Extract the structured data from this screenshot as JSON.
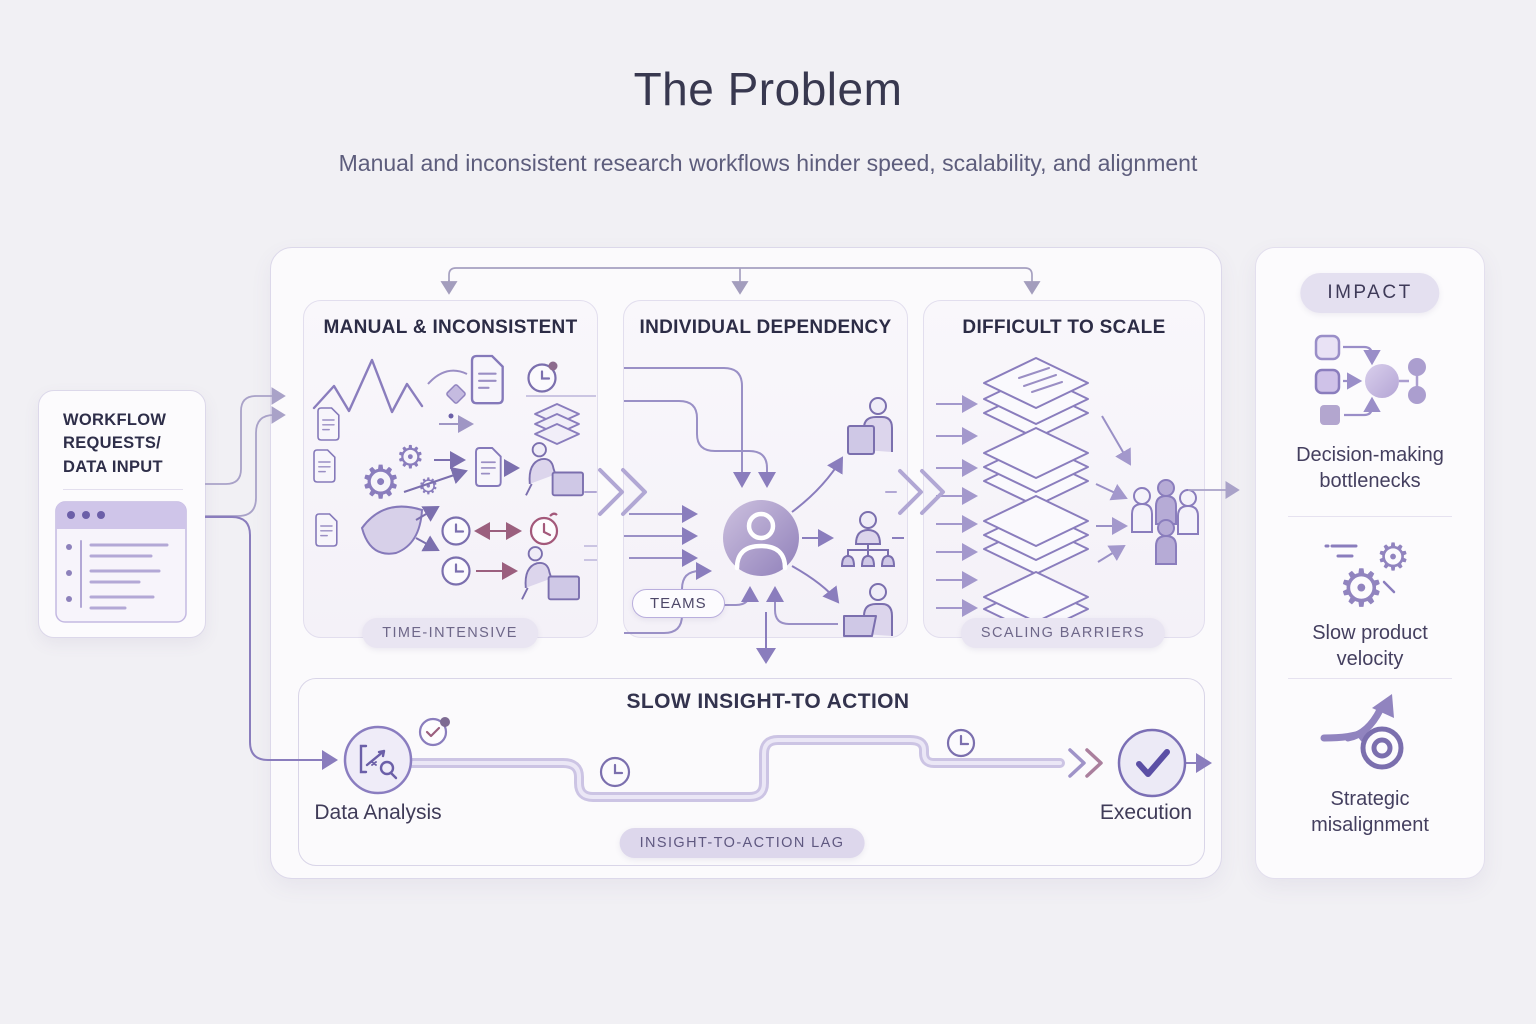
{
  "header": {
    "title": "The Problem",
    "subtitle": "Manual and inconsistent research workflows hinder speed, scalability, and alignment"
  },
  "input_box": {
    "lines": [
      "WORKFLOW",
      "REQUESTS/",
      "DATA INPUT"
    ],
    "icon": "browser-window-icon"
  },
  "flow_panels": {
    "manual": {
      "title": "MANUAL & INCONSISTENT",
      "badge": "TIME-INTENSIVE",
      "icons": [
        "line-chart-icon",
        "document-icon",
        "gear-icon",
        "clock-icon",
        "stopwatch-icon",
        "person-at-desk-icon",
        "layers-icon",
        "curve-shape-icon",
        "diamond-icon"
      ]
    },
    "individual": {
      "title": "INDIVIDUAL DEPENDENCY",
      "badge": "TEAMS",
      "icons": [
        "person-circle-icon",
        "person-podium-icon",
        "org-chart-icon",
        "person-desk-icon"
      ]
    },
    "scale": {
      "title": "DIFFICULT TO SCALE",
      "badge": "SCALING BARRIERS",
      "icons": [
        "stacked-papers-icon",
        "people-group-icon"
      ]
    }
  },
  "bottom_panel": {
    "title": "SLOW INSIGHT-TO ACTION",
    "badge": "INSIGHT-TO-ACTION LAG",
    "start": {
      "label": "Data Analysis",
      "icon": "chart-search-icon"
    },
    "end": {
      "label": "Execution",
      "icon": "check-icon"
    },
    "path_icons": [
      "clock-check-icon",
      "clock-icon",
      "clock-icon"
    ]
  },
  "impact_panel": {
    "badge": "IMPACT",
    "items": [
      {
        "label": "Decision-making bottlenecks",
        "icon": "flowchart-icon"
      },
      {
        "label": "Slow product velocity",
        "icon": "gears-icon"
      },
      {
        "label": "Strategic misalignment",
        "icon": "diverging-arrow-target-icon"
      }
    ]
  },
  "colors": {
    "background": "#f1f0f4",
    "panel_bg": "#faf9fc",
    "accent_purple": "#8a7dbd",
    "deep_purple": "#6b5fa8",
    "badge_bg": "#e9e5f2",
    "badge_text": "#6e6789",
    "title_text": "#38384f",
    "subtitle_text": "#5d5d7c",
    "node_gradient_start": "#cdc1df",
    "node_gradient_end": "#9080ba",
    "warning_red": "#a05a72"
  }
}
